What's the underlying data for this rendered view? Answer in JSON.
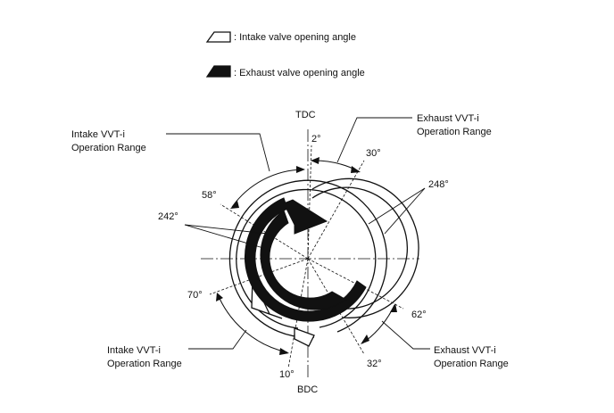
{
  "legend": {
    "intake_label": ": Intake valve opening angle",
    "exhaust_label": ": Exhaust valve opening angle"
  },
  "positions": {
    "tdc": "TDC",
    "bdc": "BDC"
  },
  "ranges": {
    "intake_top_line1": "Intake VVT-i",
    "intake_top_line2": "Operation Range",
    "exhaust_top_line1": "Exhaust VVT-i",
    "exhaust_top_line2": "Operation Range",
    "intake_bottom_line1": "Intake VVT-i",
    "intake_bottom_line2": "Operation Range",
    "exhaust_bottom_line1": "Exhaust VVT-i",
    "exhaust_bottom_line2": "Operation Range"
  },
  "angles": {
    "a2": "2°",
    "a30": "30°",
    "a58": "58°",
    "a248": "248°",
    "a242": "242°",
    "a70": "70°",
    "a62": "62°",
    "a10": "10°",
    "a32": "32°"
  },
  "icons": {
    "intake": "outline-arrow-icon",
    "exhaust": "solid-arrow-icon"
  },
  "colors": {
    "ink": "#111111",
    "background": "#ffffff"
  }
}
